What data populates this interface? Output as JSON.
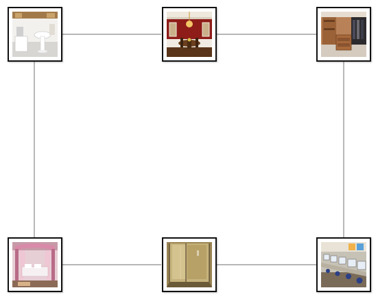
{
  "nodes": [
    {
      "id": "bathroom",
      "icon": "bathroom-photo-icon"
    },
    {
      "id": "dining-room",
      "icon": "dining-room-photo-icon"
    },
    {
      "id": "walk-in-closet",
      "icon": "closet-photo-icon"
    },
    {
      "id": "canopy-bedroom",
      "icon": "bedroom-photo-icon"
    },
    {
      "id": "glass-shower",
      "icon": "shower-photo-icon"
    },
    {
      "id": "computer-lab",
      "icon": "computer-lab-photo-icon"
    }
  ],
  "edges": [
    [
      "bathroom",
      "dining-room"
    ],
    [
      "dining-room",
      "walk-in-closet"
    ],
    [
      "bathroom",
      "canopy-bedroom"
    ],
    [
      "walk-in-closet",
      "computer-lab"
    ],
    [
      "canopy-bedroom",
      "glass-shower"
    ],
    [
      "glass-shower",
      "computer-lab"
    ]
  ],
  "colors": {
    "connector": "#8a8a8a",
    "frame": "#111111",
    "background": "#ffffff"
  }
}
